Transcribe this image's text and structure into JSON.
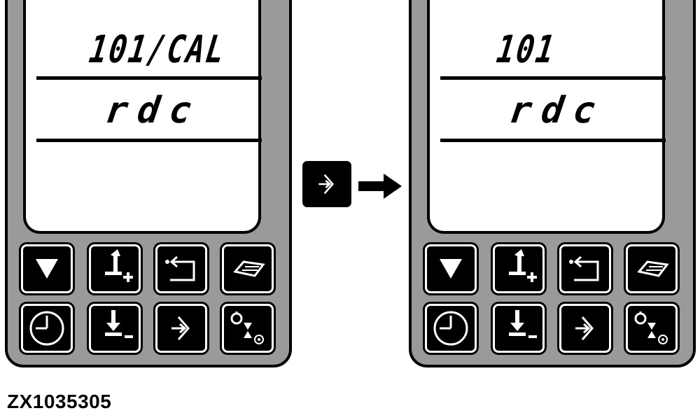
{
  "left_display": {
    "line1": "101/CAL",
    "line2": "rdc"
  },
  "right_display": {
    "line1": "101",
    "line2": "rdc"
  },
  "keypad": {
    "icons": [
      "down-triangle-icon",
      "increment-plus-icon",
      "return-back-icon",
      "card-icon",
      "clock-icon",
      "decrement-minus-icon",
      "enter-icon",
      "service-settings-icon"
    ]
  },
  "caption": "ZX1035305",
  "colors": {
    "device_body": "#9a9a9a",
    "key": "#000000",
    "screen": "#ffffff"
  }
}
